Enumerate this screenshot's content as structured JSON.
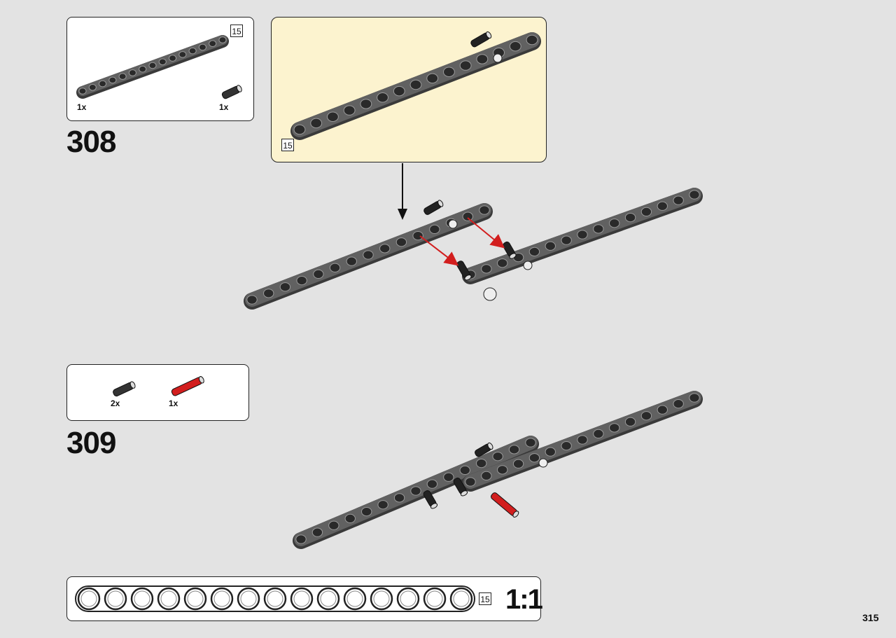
{
  "steps": [
    {
      "number": "308",
      "parts": [
        {
          "qty": "1x",
          "beam_length": "15"
        },
        {
          "qty": "1x"
        }
      ],
      "callout_length": "15"
    },
    {
      "number": "309",
      "parts": [
        {
          "qty": "2x"
        },
        {
          "qty": "1x"
        }
      ]
    }
  ],
  "ruler": {
    "length": "15",
    "scale": "1:1"
  },
  "page_number": "315",
  "colors": {
    "beam": "#616161",
    "beam_dark": "#3a3a3a",
    "pin_red": "#d21e1e",
    "callout_bg": "#fcf3cf",
    "arrow": "#d21e1e"
  }
}
